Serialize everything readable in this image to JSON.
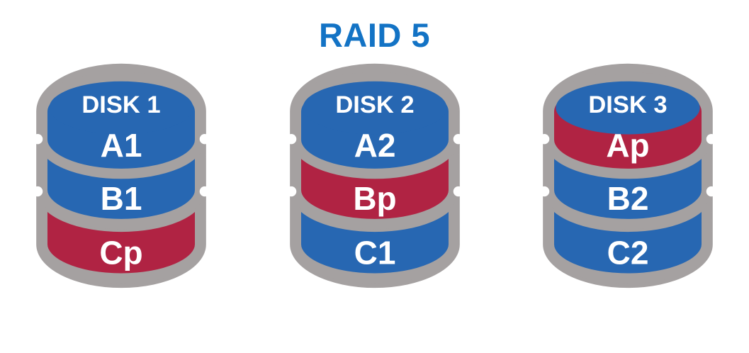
{
  "title": "RAID 5",
  "colors": {
    "blue": "#2767b2",
    "red": "#b02343",
    "gray": "#a5a1a1",
    "title": "#1373c5",
    "background": "#ffffff",
    "label_text": "#ffffff"
  },
  "disks": [
    {
      "name": "DISK 1",
      "cap_color": "blue",
      "blocks": [
        {
          "label": "A1",
          "color": "blue"
        },
        {
          "label": "B1",
          "color": "blue"
        },
        {
          "label": "Cp",
          "color": "red"
        }
      ]
    },
    {
      "name": "DISK 2",
      "cap_color": "blue",
      "blocks": [
        {
          "label": "A2",
          "color": "blue"
        },
        {
          "label": "Bp",
          "color": "red"
        },
        {
          "label": "C1",
          "color": "blue"
        }
      ]
    },
    {
      "name": "DISK 3",
      "cap_color": "blue",
      "blocks": [
        {
          "label": "Ap",
          "color": "red"
        },
        {
          "label": "B2",
          "color": "blue"
        },
        {
          "label": "C2",
          "color": "blue"
        }
      ]
    }
  ]
}
